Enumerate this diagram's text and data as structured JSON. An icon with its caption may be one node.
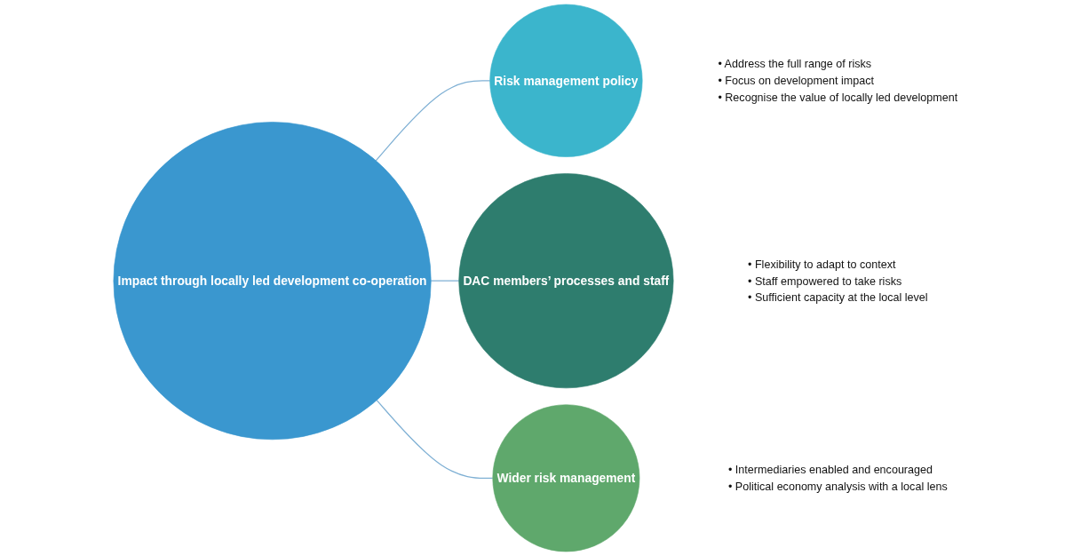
{
  "diagram": {
    "nodes": [
      {
        "text": [
          "Impact through locally led development co-operation"
        ]
      },
      {
        "text": [
          "Risk management policy"
        ],
        "beside": [
          "• Address the full range of risks",
          "• Focus on development impact",
          "• Recognise the value of locally led development"
        ]
      },
      {
        "text": [
          "DAC members’ processes and staff"
        ],
        "beside": [
          "• Flexibility to adapt to context",
          "• Staff empowered to take risks",
          "• Sufficient capacity at the local level"
        ]
      },
      {
        "text": [
          "Wider risk management"
        ],
        "beside": [
          "• Intermediaries enabled and encouraged",
          "• Political economy analysis with a local lens"
        ]
      }
    ],
    "edges": [
      {
        "from": 0,
        "to": 1,
        "arrow": "none"
      },
      {
        "from": 0,
        "to": 2,
        "arrow": "none"
      },
      {
        "from": 0,
        "to": 3,
        "arrow": "none"
      }
    ]
  }
}
